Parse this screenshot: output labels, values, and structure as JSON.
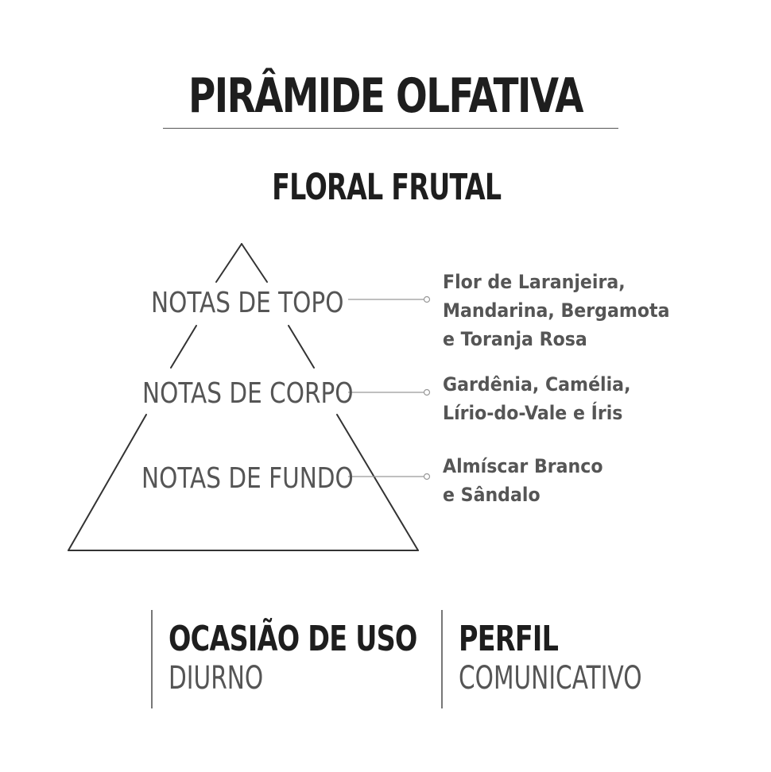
{
  "title": "PIRÂMIDE OLFATIVA",
  "subtitle": "FLORAL FRUTAL",
  "pyramid": {
    "tiers": [
      {
        "label": "NOTAS DE TOPO",
        "notes": [
          "Flor de Laranjeira,",
          "Mandarina, Bergamota",
          "e Toranja Rosa"
        ]
      },
      {
        "label": "NOTAS DE CORPO",
        "notes": [
          "Gardênia, Camélia,",
          "Lírio-do-Vale e Íris"
        ]
      },
      {
        "label": "NOTAS DE FUNDO",
        "notes": [
          "Almíscar Branco",
          "e Sândalo"
        ]
      }
    ]
  },
  "info": {
    "occasion": {
      "heading": "OCASIÃO DE USO",
      "value": "DIURNO"
    },
    "profile": {
      "heading": "PERFIL",
      "value": "COMUNICATIVO"
    }
  },
  "colors": {
    "heading": "#1e1e1e",
    "text": "#555555",
    "line": "#777777"
  }
}
